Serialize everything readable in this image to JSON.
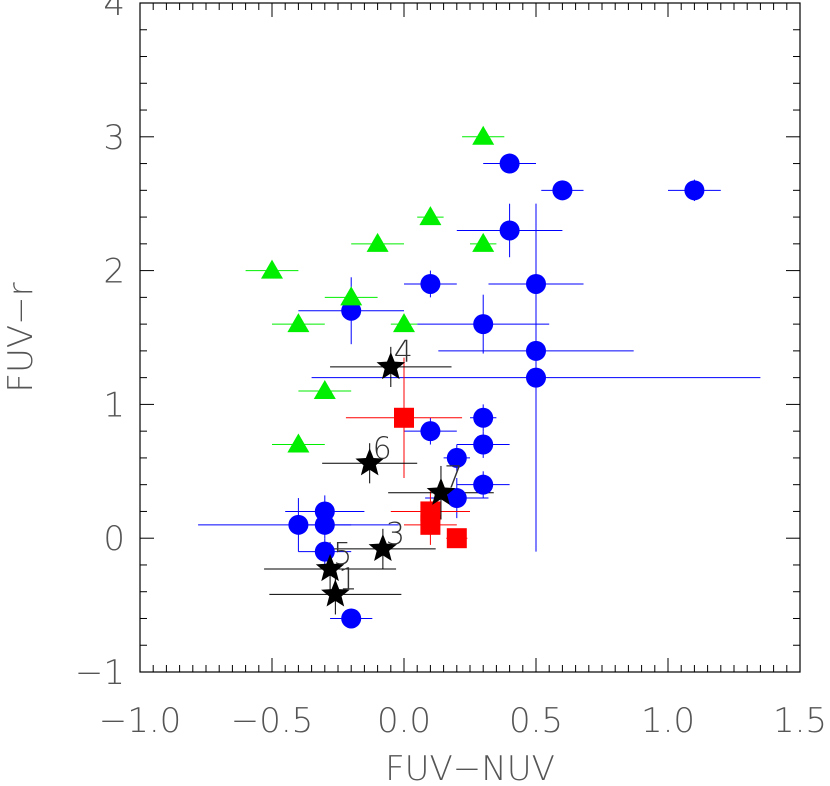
{
  "chart_data": {
    "type": "scatter",
    "title": "",
    "xlabel": "FUV−NUV",
    "ylabel": "FUV−r",
    "xlim": [
      -1.0,
      1.5
    ],
    "ylim": [
      -1.0,
      4.0
    ],
    "x_ticks": [
      -1.0,
      -0.5,
      0.0,
      0.5,
      1.0,
      1.5
    ],
    "x_tick_labels": [
      "−1.0",
      "−0.5",
      "0.0",
      "0.5",
      "1.0",
      "1.5"
    ],
    "y_ticks": [
      -1,
      0,
      1,
      2,
      3,
      4
    ],
    "y_tick_labels": [
      "−1",
      "0",
      "1",
      "2",
      "3",
      "4"
    ],
    "grid": false,
    "colors": {
      "circle": "#0000ff",
      "triangle": "#00ee00",
      "square": "#ff0000",
      "star": "#000000",
      "axis": "#000000"
    },
    "series": [
      {
        "marker": "circle",
        "points": [
          {
            "x": 0.4,
            "y": 2.8,
            "xerr": 0.1,
            "yerr": 0.06
          },
          {
            "x": 0.6,
            "y": 2.6,
            "xerr": 0.08,
            "yerr": 0.06
          },
          {
            "x": 1.1,
            "y": 2.6,
            "xerr": 0.1,
            "yerr": 0.08
          },
          {
            "x": 0.4,
            "y": 2.3,
            "xerr": 0.2,
            "yerr": 0.2
          },
          {
            "x": 0.1,
            "y": 1.9,
            "xerr": 0.1,
            "yerr": 0.1
          },
          {
            "x": 0.5,
            "y": 1.9,
            "xerr": 0.18,
            "yerr": 0.6
          },
          {
            "x": -0.2,
            "y": 1.7,
            "xerr": 0.2,
            "yerr": 0.25
          },
          {
            "x": 0.3,
            "y": 1.6,
            "xerr": 0.25,
            "yerr": 0.22
          },
          {
            "x": 0.5,
            "y": 1.4,
            "xerr": 0.37,
            "yerr": 0.8
          },
          {
            "x": 0.5,
            "y": 1.2,
            "xerr": 0.85,
            "yerr": 1.3
          },
          {
            "x": 0.1,
            "y": 0.8,
            "xerr": 0.1,
            "yerr": 0.1
          },
          {
            "x": 0.3,
            "y": 0.9,
            "xerr": 0.05,
            "yerr": 0.1
          },
          {
            "x": 0.3,
            "y": 0.7,
            "xerr": 0.1,
            "yerr": 0.1
          },
          {
            "x": 0.2,
            "y": 0.6,
            "xerr": 0.05,
            "yerr": 0.1
          },
          {
            "x": 0.3,
            "y": 0.4,
            "xerr": 0.1,
            "yerr": 0.1
          },
          {
            "x": 0.2,
            "y": 0.3,
            "xerr": 0.12,
            "yerr": 0.15
          },
          {
            "x": -0.3,
            "y": 0.2,
            "xerr": 0.15,
            "yerr": 0.12
          },
          {
            "x": -0.4,
            "y": 0.1,
            "xerr": 0.38,
            "yerr": 0.2
          },
          {
            "x": -0.3,
            "y": 0.1,
            "xerr": 0.1,
            "yerr": 0.1
          },
          {
            "x": -0.3,
            "y": -0.1,
            "xerr": 0.1,
            "yerr": 0.1
          },
          {
            "x": -0.2,
            "y": -0.6,
            "xerr": 0.08,
            "yerr": 0.05
          }
        ]
      },
      {
        "marker": "triangle",
        "points": [
          {
            "x": 0.3,
            "y": 3.0,
            "xerr": 0.08,
            "yerr": 0.05
          },
          {
            "x": 0.1,
            "y": 2.4,
            "xerr": 0.05,
            "yerr": 0.05
          },
          {
            "x": -0.1,
            "y": 2.2,
            "xerr": 0.1,
            "yerr": 0.05
          },
          {
            "x": 0.3,
            "y": 2.2,
            "xerr": 0.05,
            "yerr": 0.05
          },
          {
            "x": -0.5,
            "y": 2.0,
            "xerr": 0.1,
            "yerr": 0.05
          },
          {
            "x": -0.2,
            "y": 1.8,
            "xerr": 0.1,
            "yerr": 0.05
          },
          {
            "x": -0.4,
            "y": 1.6,
            "xerr": 0.1,
            "yerr": 0.05
          },
          {
            "x": 0.0,
            "y": 1.6,
            "xerr": 0.05,
            "yerr": 0.05
          },
          {
            "x": -0.3,
            "y": 1.1,
            "xerr": 0.1,
            "yerr": 0.05
          },
          {
            "x": -0.4,
            "y": 0.7,
            "xerr": 0.1,
            "yerr": 0.05
          }
        ]
      },
      {
        "marker": "square",
        "points": [
          {
            "x": 0.0,
            "y": 0.9,
            "xerr": 0.22,
            "yerr": 0.45
          },
          {
            "x": 0.1,
            "y": 0.2,
            "xerr": 0.15,
            "yerr": 0.15
          },
          {
            "x": 0.1,
            "y": 0.1,
            "xerr": 0.1,
            "yerr": 0.15
          },
          {
            "x": 0.2,
            "y": 0.0,
            "xerr": 0.04,
            "yerr": 0.06
          }
        ]
      },
      {
        "marker": "star",
        "points": [
          {
            "x": -0.05,
            "y": 1.28,
            "xerr": 0.23,
            "yerr": 0.15,
            "label": "4"
          },
          {
            "x": -0.13,
            "y": 0.56,
            "xerr": 0.18,
            "yerr": 0.15,
            "label": "6"
          },
          {
            "x": 0.14,
            "y": 0.34,
            "xerr": 0.2,
            "yerr": 0.2,
            "label": "7"
          },
          {
            "x": -0.08,
            "y": -0.08,
            "xerr": 0.2,
            "yerr": 0.15,
            "label": "3"
          },
          {
            "x": -0.28,
            "y": -0.23,
            "xerr": 0.25,
            "yerr": 0.2,
            "label": "5"
          },
          {
            "x": -0.26,
            "y": -0.42,
            "xerr": 0.25,
            "yerr": 0.15,
            "label": "1"
          }
        ]
      }
    ]
  }
}
